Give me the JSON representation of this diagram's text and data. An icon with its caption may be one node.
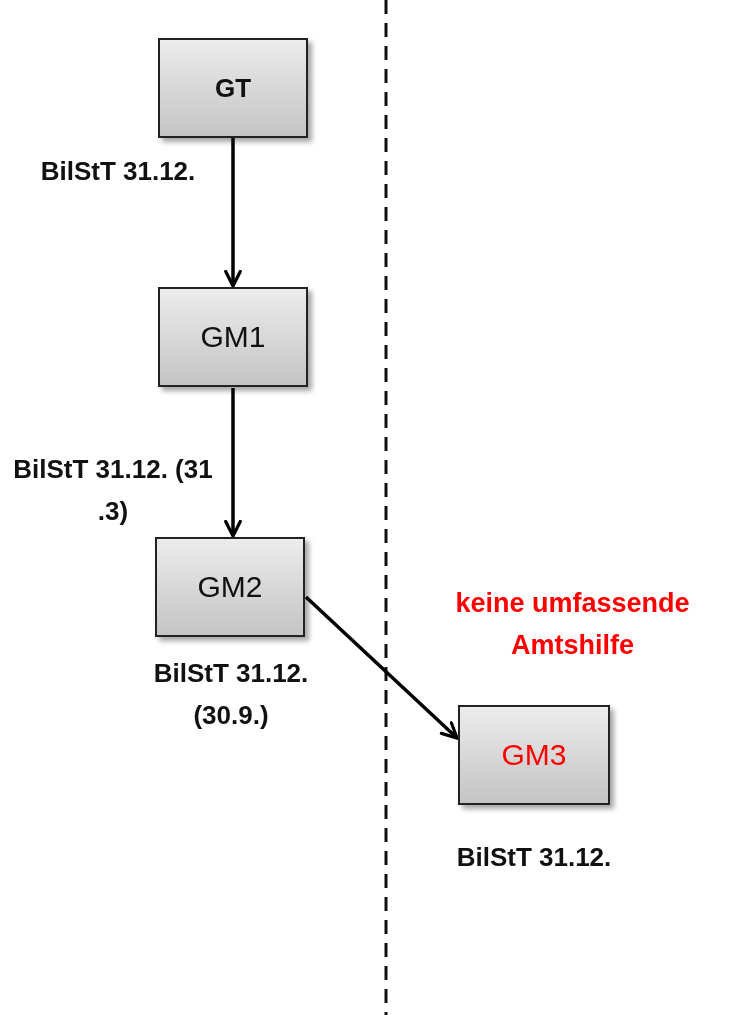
{
  "diagram": {
    "nodes": [
      {
        "text": [
          "GT"
        ]
      },
      {
        "text": [
          "GM1"
        ]
      },
      {
        "text": [
          "GM2"
        ],
        "beside": [
          "BilStT 31.12. (30.9.)"
        ]
      },
      {
        "text": [
          "GM3"
        ],
        "beside": [
          "BilStT 31.12."
        ]
      }
    ],
    "edges": [
      {
        "from": 0,
        "to": 1,
        "arrow": "to",
        "label": "BilStT 31.12."
      },
      {
        "from": 1,
        "to": 2,
        "arrow": "to",
        "label": "BilStT 31.12. (31 .3)"
      },
      {
        "from": 2,
        "to": 3,
        "arrow": "to"
      }
    ],
    "labels": [
      "keine umfassende Amtshilfe"
    ]
  }
}
